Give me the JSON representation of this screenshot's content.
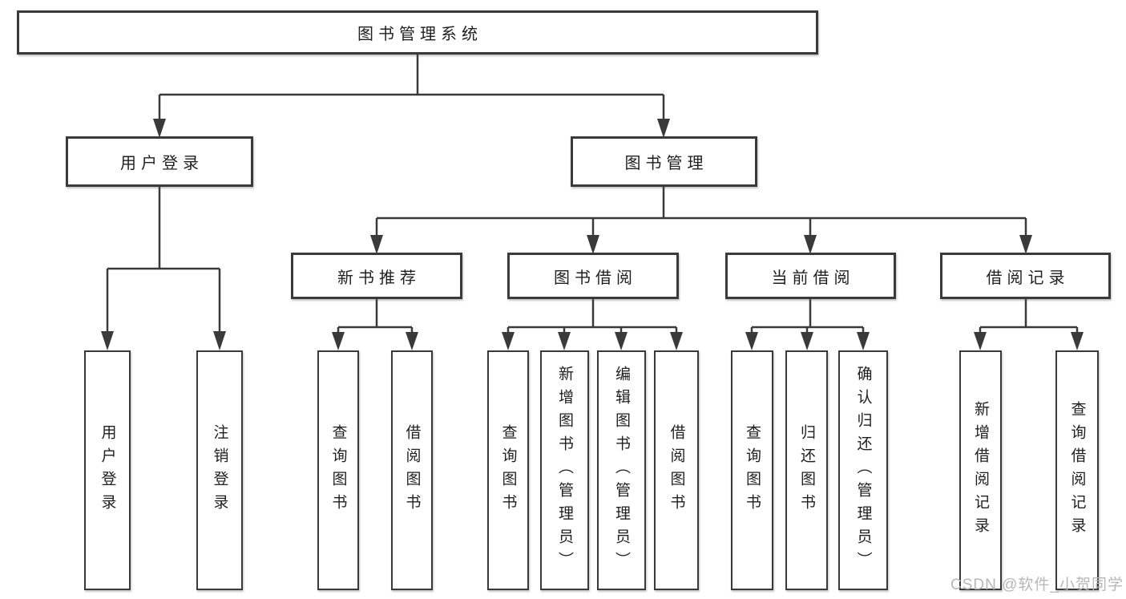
{
  "diagram": {
    "root": {
      "label": "图书管理系统"
    },
    "level2": [
      {
        "label": "用户登录"
      },
      {
        "label": "图书管理"
      }
    ],
    "level3": [
      {
        "label": "新书推荐"
      },
      {
        "label": "图书借阅"
      },
      {
        "label": "当前借阅"
      },
      {
        "label": "借阅记录"
      }
    ],
    "leaves": [
      {
        "label": "用户登录"
      },
      {
        "label": "注销登录"
      },
      {
        "label": "查询图书"
      },
      {
        "label": "借阅图书"
      },
      {
        "label": "查询图书"
      },
      {
        "label": "新增图书（管理员）"
      },
      {
        "label": "编辑图书（管理员）"
      },
      {
        "label": "借阅图书"
      },
      {
        "label": "查询图书"
      },
      {
        "label": "归还图书"
      },
      {
        "label": "确认归还（管理员）"
      },
      {
        "label": "新增借阅记录"
      },
      {
        "label": "查询借阅记录"
      }
    ],
    "line_color": "#3a3a3a"
  },
  "watermark": {
    "text": "CSDN @软件_小贺同学"
  }
}
